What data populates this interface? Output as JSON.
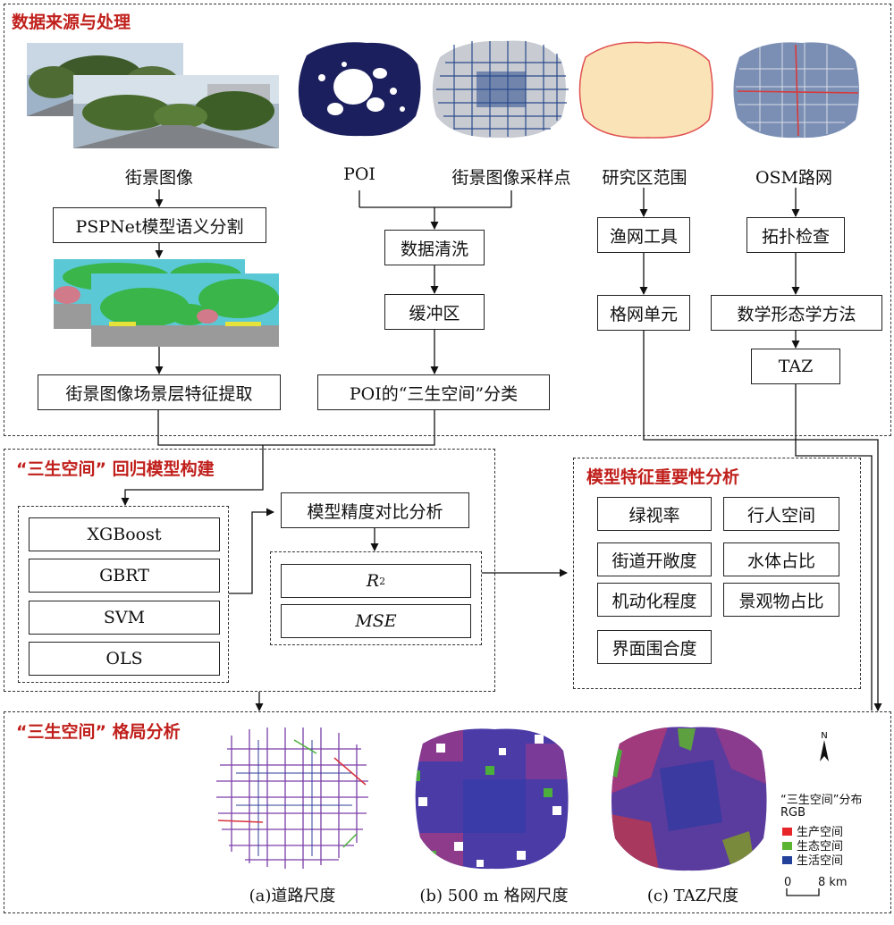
{
  "panels": {
    "data_source": "数据来源与处理",
    "regression": "“三生空间” 回归模型构建",
    "importance": "模型特征重要性分析",
    "pattern": "“三生空间” 格局分析"
  },
  "labels": {
    "street_view": "街景图像",
    "poi": "POI",
    "sample_points": "街景图像采样点",
    "study_area": "研究区范围",
    "osm": "OSM路网"
  },
  "boxes": {
    "pspnet": "PSPNet模型语义分割",
    "landscape": "街景图像场景层特征提取",
    "cleaning": "数据清洗",
    "buffer": "缓冲区",
    "poi_class": "POI的“三生空间”分类",
    "fishnet": "渔网工具",
    "grid_unit": "格网单元",
    "topology": "拓扑检查",
    "morphology": "数学形态学方法",
    "taz": "TAZ",
    "accuracy": "模型精度对比分析",
    "r2": "R",
    "r2_sup": "2",
    "mse": "MSE"
  },
  "models": [
    "XGBoost",
    "GBRT",
    "SVM",
    "OLS"
  ],
  "features": [
    "绿视率",
    "行人空间",
    "街道开敞度",
    "水体占比",
    "机动化程度",
    "景观物占比",
    "界面围合度"
  ],
  "maps": {
    "road": "(a)道路尺度",
    "grid": "(b) 500 m 格网尺度",
    "taz": "(c) TAZ尺度"
  },
  "legend": {
    "title": "“三生空间”分布",
    "subtitle": "RGB",
    "items": [
      {
        "label": "生产空间",
        "color": "#e8262a"
      },
      {
        "label": "生态空间",
        "color": "#5cb531"
      },
      {
        "label": "生活空间",
        "color": "#23409a"
      }
    ],
    "north": "N",
    "scale_start": "0",
    "scale_end": "8 km"
  },
  "colors": {
    "accent": "#c0201c",
    "poi_map": "#1b1f5e",
    "sample_map": "#2a4a8c",
    "study_fill": "#fbe3b8",
    "study_border": "#e05050",
    "osm_map": "#7b8fb5"
  }
}
